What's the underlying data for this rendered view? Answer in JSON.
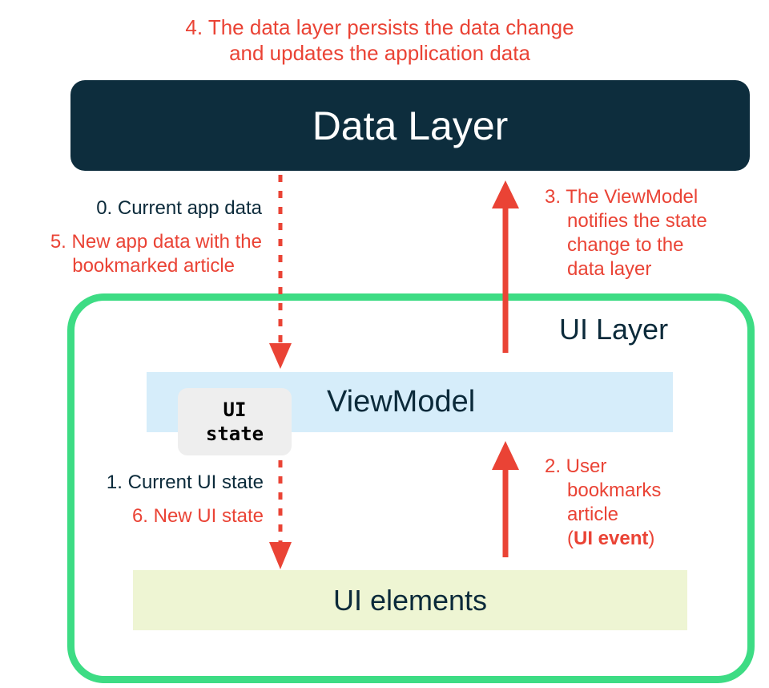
{
  "captions": {
    "step4_line1": "4. The data layer persists the data change",
    "step4_line2": "and updates the application data",
    "step0": "0. Current app data",
    "step5_line1": "5. New app data with the",
    "step5_line2": "bookmarked article",
    "step3_line1": "3. The ViewModel",
    "step3_line2": "notifies the state",
    "step3_line3": "change to the",
    "step3_line4": "data layer",
    "step1": "1. Current UI state",
    "step6": "6. New UI state",
    "step2_line1": "2. User",
    "step2_line2": "bookmarks",
    "step2_line3": "article",
    "step2_open": "(",
    "step2_bold": "UI event",
    "step2_close": ")"
  },
  "boxes": {
    "data_layer": "Data Layer",
    "ui_layer": "UI Layer",
    "viewmodel": "ViewModel",
    "ui_state_line1": "UI",
    "ui_state_line2": "state",
    "ui_elements": "UI elements"
  },
  "colors": {
    "accent_red": "#EA4335",
    "data_layer_bg": "#0D2D3D",
    "ui_layer_border": "#3DDC84",
    "viewmodel_bg": "#D6EDFA",
    "ui_elements_bg": "#EEF5D3",
    "text_dark": "#0B2A3A"
  }
}
